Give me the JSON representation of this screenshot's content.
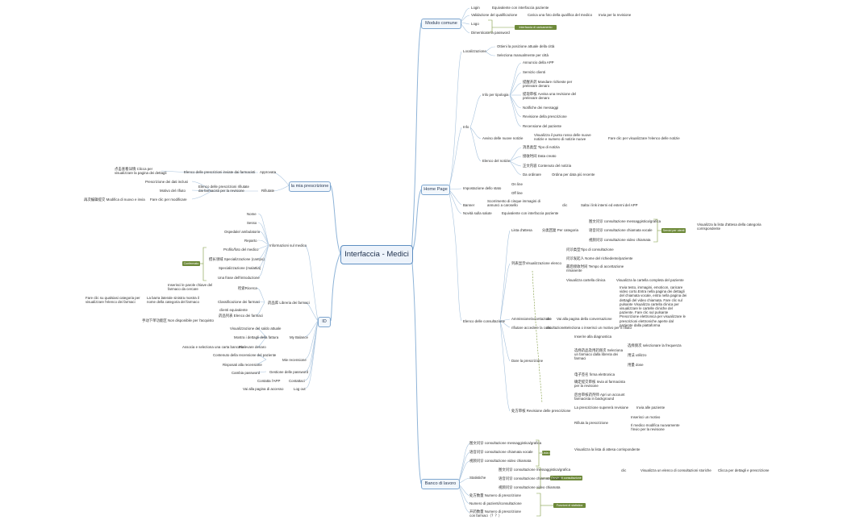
{
  "root": "Interfaccia - Medici",
  "branches": {
    "modulo": "Modulo comune",
    "home": "Home Page",
    "banco": "Banco di lavoro",
    "prescrizione": "la mia prescrizione",
    "id": "ID"
  },
  "tags": {
    "t1": "Interfaccia di caricamento",
    "t2": "Confermato",
    "t3": "Servizi per utenti",
    "t4": "Servizi di consultazione",
    "t5": "Lista di attesa",
    "t6": "Funzioni di statistica"
  },
  "nodes": {
    "m1": "Login",
    "m2": "Equivalente con interfaccia paziente",
    "m3": "Validazione del qualificazione",
    "m4": "Carica una foto della qualifica del medico",
    "m5": "Invia per la revisione",
    "m6": "Logo",
    "m7": "Dimenticato la password",
    "h1": "Localizzazione",
    "h2": "Ottieni la posizione attuale della città",
    "h3": "Seleziona manualmente per città",
    "h4": "Info",
    "h5": "Info per tipologia",
    "h6": "Annuncio della APP",
    "h7": "Servizio clienti",
    "h8": "提醒开药 Mandare richieste per prelevare denaro",
    "h9": "提现审核 Avvisa una revisione del prelevare denaro",
    "h10": "Notifiche dei messaggi",
    "h11": "Revisione della prescrizione",
    "h12": "Recensione del paziente",
    "h13": "Avviso delle nuove notizie",
    "h14": "Visualizza il punto rosso delle nuove notizie e numero di notizie nuove",
    "h15": "Fare clic per visualizzare l'elenco delle notizie",
    "h16": "Elenco del notizie",
    "h17": "消息类型 Tipo di notizia",
    "h18": "接收时间 Data creato",
    "h19": "正文内容 Contenuto del notizia",
    "h20": "Da ordinare",
    "h21": "Ordina per data più recente",
    "h22": "Impostazione dello stato",
    "h23": "On line",
    "h24": "Off line",
    "h25": "Banner",
    "h26": "Scorrimento di cinque immagini di annunci a carosello",
    "h27": "clic",
    "h28": "Salta i link interni ed esterni del APP",
    "h29": "Novità sulla salute",
    "h30": "Equivalente con interfaccia paziente",
    "c1": "Lista d'attesa",
    "c2": "分类回复 Per categoria",
    "c3": "图文问诊 consultazione messaggistica/grafica",
    "c4": "语音问诊 consultazione chiamata vocale",
    "c5": "视频问诊 consultazione video chiamata",
    "c6": "Visualizza la lista d'attesa della categoria corrispondente",
    "c7": "列表显示Visualizzazione elenco",
    "c8": "问诊类型Tipo di consultazione",
    "c9": "问诊发起人 Nome del richiedente/paziente",
    "c10": "最后接收时间 Tempo di accettazione rimanente",
    "c11": "Visualizza cartella clinica",
    "c12": "Visualizza la cartella completa del paziente",
    "c13": "Ammissione/accettazione",
    "c14": "clic",
    "c15": "Vai alla pagina della conversazione",
    "c16": "Invia testo, immagini, emoticon, caricare video corto.Entra nella pagina dei dettagli del chiamata vocale, entra nella pagina dei dettagli del video chiamata. Fare clic sul pulsante Visualizza cartella clinica per visualizzare le cartelle cliniche del paziente. Fare clic sul pulsante Prescrizione elettronica per visualizzare le prescrizioni elettroniche aperte dal paziente dalla piattaforma",
    "c17": "rifiutare accedere la consultazione",
    "c18": "clic",
    "c19": "Seleziona o inserisci un motivo per il rifiuto",
    "c20": "Elenco delle consultazione",
    "c21": "Dare la prescrizione",
    "c22": "Inserire alla diagnostica",
    "c23": "选择药品及用药频次 Seleziona un farmaco dalla libreria dei farmaci",
    "c24": "选择频次 selezionare la frequenza",
    "c25": "用法 utilizzo",
    "c26": "用量 dose",
    "c27": "电子签名 firma elettronica",
    "c28": "确定提交审核 Invia al farmacista per la revisione",
    "c29": "处方审核 Revisione delle prescrizione",
    "c30": "后台审核药剂师 Apri un account farmacista in background",
    "c31": "La prescrizione supererà revisione",
    "c32": "Invia alle paziente",
    "c33": "Rifiuta la prescrizione",
    "c34": "Inserisci un motivo",
    "c35": "Il medico modifica nuovamente l'invio per la revisione",
    "b1": "图文问诊 consultazione messaggistica/grafica",
    "b2": "语音问诊 consultazione chiamata vocale",
    "b3": "视频问诊 consultazione video chiamata",
    "b4": "Visualizza la lista di attesa corrispondente",
    "b5": "Statistiche",
    "b6": "图文问诊 consultazione messaggistica/grafica",
    "b7": "语音问诊 consultazione chiamata vocale",
    "b8": "视频问诊 consultazione video chiamata",
    "b9": "clic",
    "b10": "Visualizza un elenco di consultazioni storiche",
    "b11": "Clicca per dettagli e prescrizione",
    "b12": "处方数量 Numero di prescrizione",
    "b13": "Numero di pazienti/consultazione",
    "b14": "开药数量 Numero di prescrizione con farmaci（？？）",
    "p1": "Approvata",
    "p2": "Elenco delle prescrizioni inviate dai farmacisti",
    "p3": "点击查看详情 Clicca per visualizzare la pagina dei dettagli",
    "p4": "Prescrizione dei dati inclusi",
    "p5": "Motivo del rifiuto",
    "p6": "Rifiutate",
    "p7": "Elenco delle prescrizioni rifiutate dai farmacisti per la revisione",
    "p8": "Fare clic per modificare",
    "p9": "再次编辑提交 Modifica di nuovo e invia",
    "i1": "Informazioni sul medico",
    "i2": "Nome",
    "i3": "Sesso",
    "i4": "Ospedale/ ambulatorio",
    "i5": "Reparto",
    "i6": "Profilo/foto del medico",
    "i7": "擅长领域 Specializzazione (campo)",
    "i8": "Specializzazione (malattia)",
    "i9": "Una frase dell'introduzione",
    "i10": "药品库 Libreria dei farmaci",
    "i11": "检索Ricerca",
    "i12": "Inserisci le parole chiave del farmaco da cercare",
    "i13": "Classificazione dei farmaci",
    "i14": "La barra laterale sinistra mostra il nome della categoria del farmaco",
    "i15": "Fare clic su qualsiasi categoria per visualizzare l'elenco dei farmaci",
    "i16": "clienti equivalente",
    "i17": "药品列表 Elenco dei farmaci",
    "i18": "手动下单功能区 Non disponibile per l'acquisto",
    "i19": "My Balance",
    "i20": "Visualizzazione del saldo attuale",
    "i21": "Mostra i dettagli della fattura",
    "i22": "Prelevare denaro",
    "i23": "Associa e seleziona una carta bancaria",
    "i24": "Mie recensione",
    "i25": "Contenuto della recensione del paziente",
    "i26": "Risposati alla recensione",
    "i27": "Gestione delle password",
    "i28": "Cambia password",
    "i29": "Contatta l'APP",
    "i30": "Contattaci",
    "i31": "Log out",
    "i32": "Vai alla pagina di accesso"
  }
}
